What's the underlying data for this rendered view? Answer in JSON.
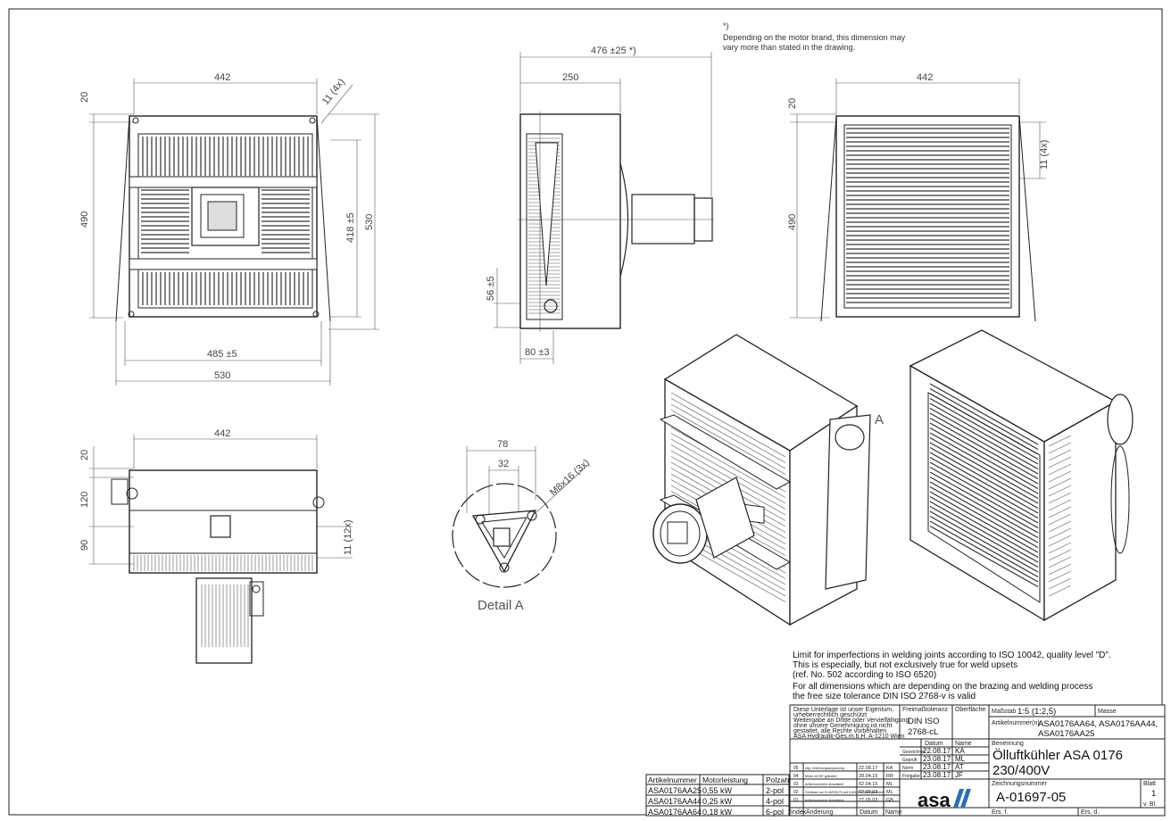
{
  "footnote": {
    "marker": "*)",
    "line1": "Depending on the motor brand, this dimension may",
    "line2": "vary more than stated in the drawing."
  },
  "dimensions": {
    "front": {
      "width_top": "442",
      "top_offset": "20",
      "bolt": "11 (4x)",
      "height_left": "490",
      "height_inner": "418 ±5",
      "height_right": "530",
      "width_inner": "485 ±5",
      "width_total": "530"
    },
    "side": {
      "depth_total": "476 ±25  *)",
      "depth": "250",
      "height_low": "56 ±5",
      "offset_bottom": "80 ±3"
    },
    "rear": {
      "width_top": "442",
      "top_offset": "20",
      "bolt": "11 (4x)",
      "height_left": "490"
    },
    "bottom": {
      "width_top": "442",
      "d1": "20",
      "d2": "120",
      "d3": "90",
      "bolt": "11 (12x)"
    },
    "detail": {
      "w1": "78",
      "w2": "32",
      "thread": "M8x16 (3x)",
      "label": "Detail A"
    },
    "iso_label": "A"
  },
  "notes": [
    "Limit for imperfections in welding joints according to ISO 10042, quality level \"D\".",
    "This is especially, but not exclusively true for weld upsets",
    "(ref. No. 502 according to ISO 6520)",
    "For all dimensions which are depending on the brazing and welding process",
    "the free size tolerance DIN ISO 2768-v is valid"
  ],
  "title_block": {
    "ownership": [
      "Diese Unterlage ist unser Eigentum,",
      "urheberrechtlich geschützt",
      "Weitergabe an Dritte oder Vervielfältigung",
      "ohne unsere Genehmigung ist nicht",
      "gestattet, alle Rechte vorbehalten",
      "ASA Hydraulik-Ges.m.b.H.  A-1210 Wien"
    ],
    "tolerance_label": "Freimaßtoleranz",
    "tolerance_value1": "DIN ISO",
    "tolerance_value2": "2768-cL",
    "surface_label": "Oberfläche",
    "scale_label": "Maßstab",
    "scale_value": "1:5 (1:2,5)",
    "mass_label": "Masse",
    "article_label": "Artikelnummer(n):",
    "article_line1": "ASA0176AA64, ASA0176AA44,",
    "article_line2": "ASA0176AA25",
    "datum_label": "Datum",
    "name_label": "Name",
    "rows": [
      {
        "role": "Gezeichnet",
        "date": "22.08.17",
        "name": "KA"
      },
      {
        "role": "Geprüft",
        "date": "23.08.17",
        "name": "ML"
      },
      {
        "role": "Norm",
        "date": "23.08.17",
        "name": "AT"
      },
      {
        "role": "Freigabe",
        "date": "23.08.17",
        "name": "JF"
      }
    ],
    "benennung_label": "Benennung",
    "title_line1": "Ölluftkühler ASA 0176",
    "title_line2": "230/400V",
    "revisions": [
      {
        "idx": "05",
        "text": "allg. Zeichnungsanpassung",
        "date": "22.08.17",
        "name": "KA"
      },
      {
        "idx": "04",
        "text": "Motor mit BF geändert",
        "date": "28.04.15",
        "name": "RR"
      },
      {
        "idx": "03",
        "text": "Artikelnummern aktualisiert",
        "date": "02.04.15",
        "name": "ML"
      },
      {
        "idx": "02",
        "text": "Gehäuse von ILUMO0176 auf ILUMO0176AA geändert",
        "date": "02.09.03",
        "name": "ML"
      },
      {
        "idx": "01",
        "text": "Artikelnummern aktualisiert",
        "date": "27.05.03",
        "name": "GB"
      }
    ],
    "rev_col_index": "Index",
    "rev_col_change": "Änderung",
    "rev_col_date": "Datum",
    "rev_col_name": "Name",
    "drawing_no_label": "Zeichnungsnummer",
    "drawing_no": "A-01697-05",
    "sheet_label": "Blatt",
    "sheet_value": "1",
    "sheet_total": "v. Bl.",
    "replaces_label": "Ers. f.",
    "replaced_label": "Ers. d.",
    "logo": "asa"
  },
  "variants": {
    "headers": [
      "Artikelnummer",
      "Motorleistung",
      "Polzahl"
    ],
    "rows": [
      [
        "ASA0176AA25",
        "0,55 kW",
        "2-pol"
      ],
      [
        "ASA0176AA44",
        "0,25 kW",
        "4-pol"
      ],
      [
        "ASA0176AA64",
        "0,18 kW",
        "6-pol"
      ]
    ]
  }
}
